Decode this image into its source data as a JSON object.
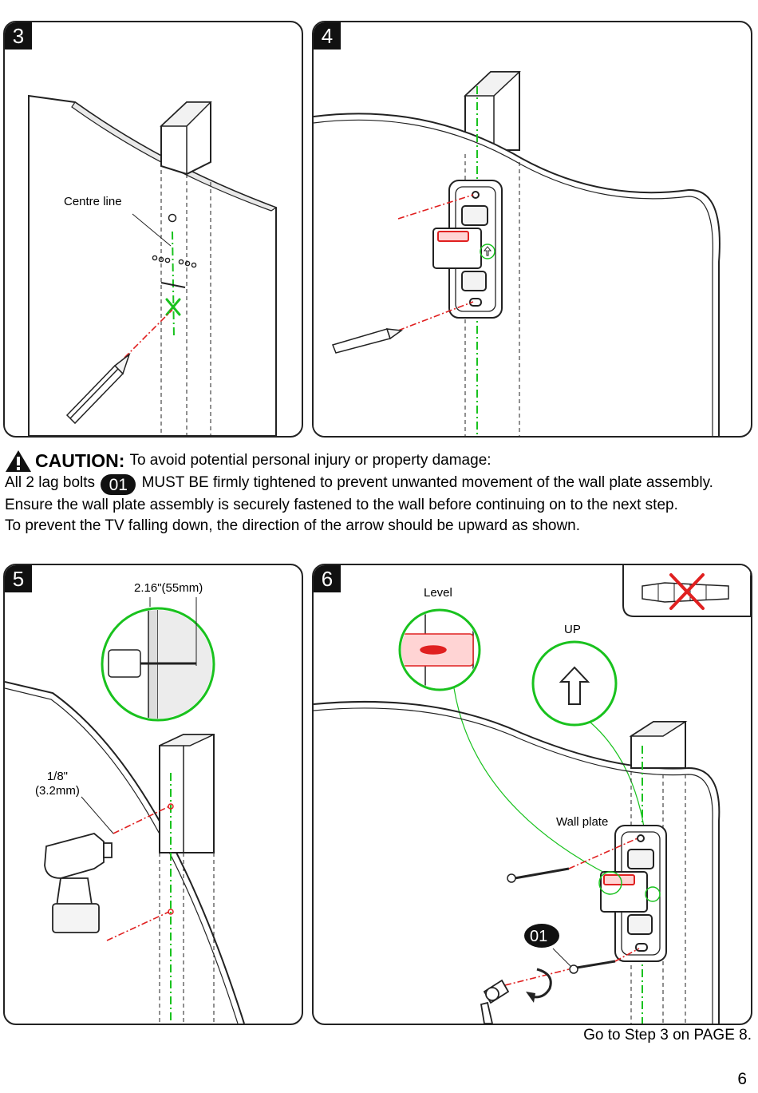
{
  "steps": {
    "step3": {
      "number": "3",
      "centre_label": "Centre line"
    },
    "step4": {
      "number": "4"
    },
    "step5": {
      "number": "5",
      "depth_label": "2.16\"(55mm)",
      "bit_label_line1": "1/8\"",
      "bit_label_line2": "(3.2mm)"
    },
    "step6": {
      "number": "6",
      "level_label": "Level",
      "up_label": "UP",
      "wall_plate_label": "Wall plate",
      "bolt_badge": "01"
    }
  },
  "caution": {
    "title": "CAUTION:",
    "subtitle": "To avoid potential personal injury or property damage:",
    "line1_before": "All 2 lag bolts",
    "bolt_badge": "01",
    "line1_after": "MUST BE firmly tightened to prevent unwanted movement of the wall plate assembly. Ensure the wall plate assembly is securely fastened to the wall before continuing on to the next step.",
    "line2": "To prevent the TV falling down, the direction of the arrow should be upward as shown."
  },
  "footer": {
    "next_step": "Go to Step 3 on PAGE 8.",
    "page_number": "6"
  },
  "colors": {
    "guide_green": "#19c21e",
    "guide_red": "#e02020",
    "outline": "#222222"
  },
  "icons": [
    "warning-icon",
    "pencil-icon",
    "drill-icon",
    "anchor-crossed-icon",
    "up-arrow-icon",
    "socket-wrench-icon",
    "rotate-arrow-icon"
  ]
}
